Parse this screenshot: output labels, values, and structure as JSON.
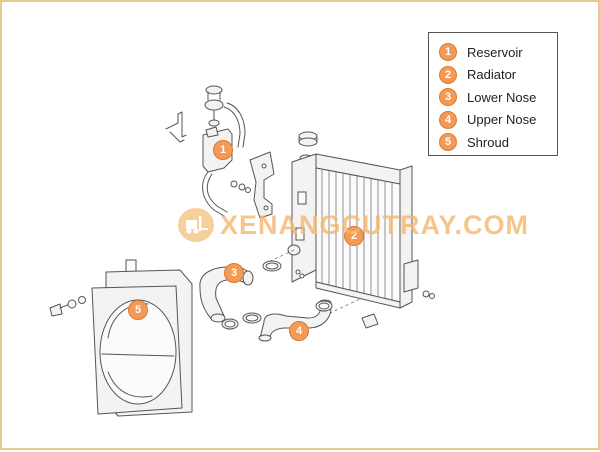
{
  "legend": {
    "items": [
      {
        "number": "1",
        "label": "Reservoir"
      },
      {
        "number": "2",
        "label": "Radiator"
      },
      {
        "number": "3",
        "label": "Lower Nose"
      },
      {
        "number": "4",
        "label": "Upper Nose"
      },
      {
        "number": "5",
        "label": "Shroud"
      }
    ]
  },
  "callouts": {
    "reservoir": "1",
    "radiator": "2",
    "lower_nose": "3",
    "upper_nose": "4",
    "shroud": "5"
  },
  "watermark": {
    "text": "XENANGCUTRAY.COM",
    "icon": "forklift-icon"
  },
  "colors": {
    "border": "#e8c98f",
    "badge": "#f39a56",
    "watermark": "#f5b66a",
    "line": "#555555"
  }
}
